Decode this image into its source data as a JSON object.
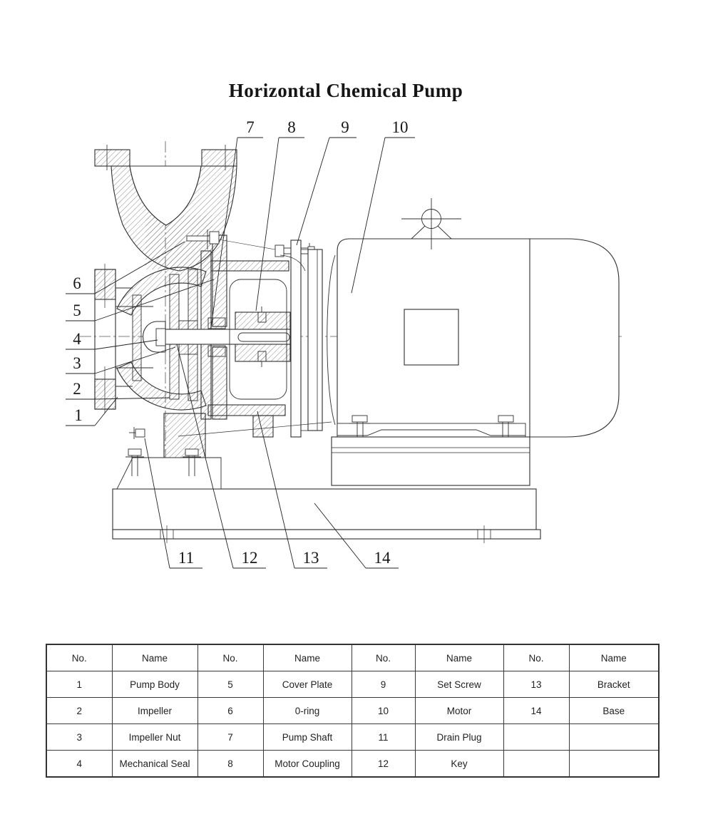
{
  "title": "Horizontal Chemical Pump",
  "callouts": [
    "1",
    "2",
    "3",
    "4",
    "5",
    "6",
    "7",
    "8",
    "9",
    "10",
    "11",
    "12",
    "13",
    "14"
  ],
  "table": {
    "headers": [
      "No.",
      "Name",
      "No.",
      "Name",
      "No.",
      "Name",
      "No.",
      "Name"
    ],
    "rows": [
      [
        "1",
        "Pump Body",
        "5",
        "Cover Plate",
        "9",
        "Set Screw",
        "13",
        "Bracket"
      ],
      [
        "2",
        "Impeller",
        "6",
        "0-ring",
        "10",
        "Motor",
        "14",
        "Base"
      ],
      [
        "3",
        "Impeller Nut",
        "7",
        "Pump Shaft",
        "11",
        "Drain Plug",
        "",
        ""
      ],
      [
        "4",
        "Mechanical Seal",
        "8",
        "Motor Coupling",
        "12",
        "Key",
        "",
        ""
      ]
    ]
  },
  "colors": {
    "line": "#2f2f2f",
    "text": "#141414",
    "table_border": "#3a3a3a",
    "background": "#ffffff"
  }
}
